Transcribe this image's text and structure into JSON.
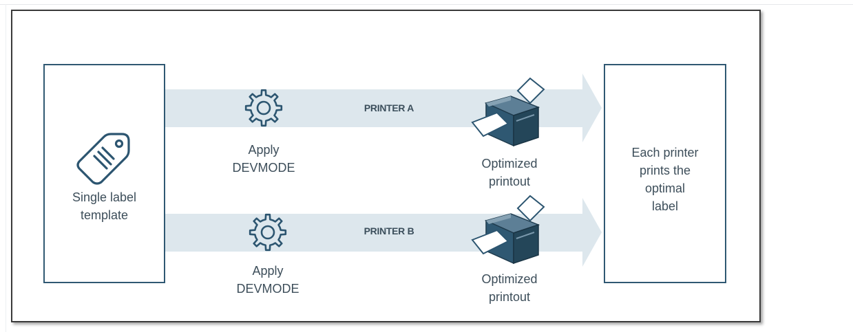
{
  "diagram": {
    "source_box": {
      "text": "Single label\ntemplate",
      "icon": "tag-icon"
    },
    "target_box": {
      "text": "Each printer\nprints the\noptimal\nlabel"
    },
    "lanes": [
      {
        "printer_label": "PRINTER A",
        "step_label": "Apply\nDEVMODE",
        "result_label": "Optimized\nprintout",
        "step_icon": "gear-icon",
        "result_icon": "printer-icon"
      },
      {
        "printer_label": "PRINTER B",
        "step_label": "Apply\nDEVMODE",
        "result_label": "Optimized\nprintout",
        "step_icon": "gear-icon",
        "result_icon": "printer-icon"
      }
    ],
    "colors": {
      "arrow_fill": "#dde7ed",
      "box_border": "#2f5872",
      "icon_stroke": "#2c5570",
      "printer_body": "#2f5872",
      "text": "#3d4e5a"
    }
  }
}
